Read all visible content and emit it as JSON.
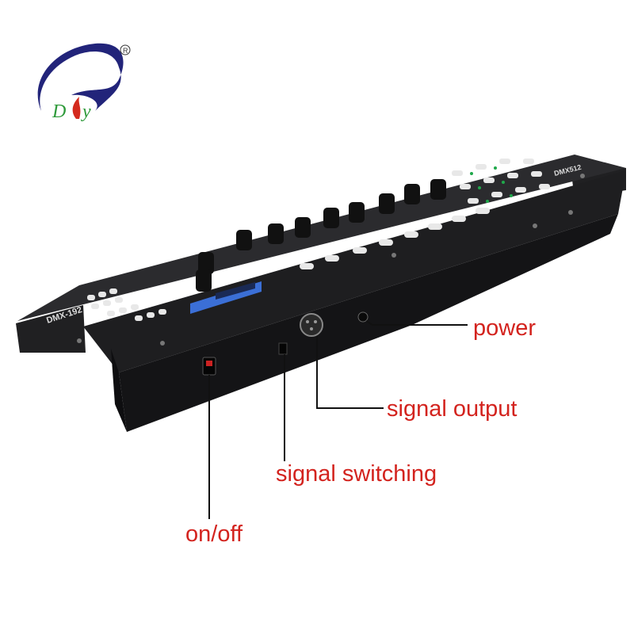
{
  "logo": {
    "text": "DY",
    "registered_mark": "®",
    "colors": {
      "swoosh": "#22247a",
      "letters": "#2e9a3a",
      "flame": "#d42a1e"
    }
  },
  "product": {
    "panel_labels": [
      "DMX-192",
      "DMX512"
    ],
    "colors": {
      "body": "#1c1c1e",
      "panel": "#2a2a2c",
      "buttons": "#e8e8e8",
      "display": "#3b6fd6",
      "led": "#1fa84a"
    }
  },
  "callouts": {
    "power": "power",
    "signal_output": "signal output",
    "signal_switching": "signal switching",
    "on_off": "on/off",
    "color": "#d3231e"
  }
}
